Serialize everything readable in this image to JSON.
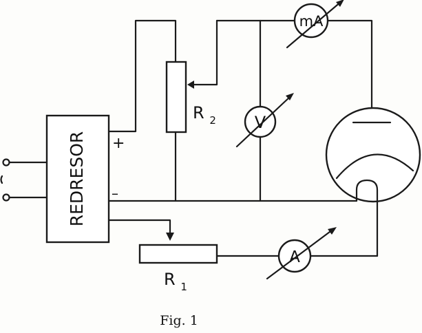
{
  "diagram": {
    "rectifier_label": "REDRESOR",
    "plus_sign": "+",
    "minus_sign": "–",
    "r2_letter": "R",
    "r2_sub": "2",
    "r1_letter": "R",
    "r1_sub": "1",
    "voltmeter_label": "V",
    "milliammeter_label": "mA",
    "ammeter_label": "A",
    "caption": "Fig. 1",
    "ink_color": "#1a1a1a"
  }
}
